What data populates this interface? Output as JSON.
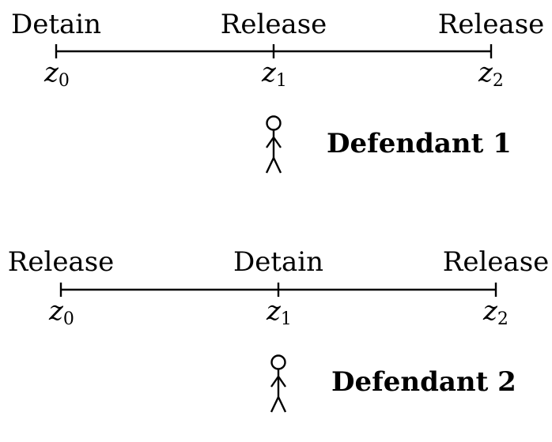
{
  "timelines": [
    {
      "decisions": [
        "Detain",
        "Release",
        "Release"
      ],
      "ticks": [
        {
          "var": "z",
          "sub": "0"
        },
        {
          "var": "z",
          "sub": "1"
        },
        {
          "var": "z",
          "sub": "2"
        }
      ],
      "defendant_label": "Defendant 1"
    },
    {
      "decisions": [
        "Release",
        "Detain",
        "Release"
      ],
      "ticks": [
        {
          "var": "z",
          "sub": "0"
        },
        {
          "var": "z",
          "sub": "1"
        },
        {
          "var": "z",
          "sub": "2"
        }
      ],
      "defendant_label": "Defendant 2"
    }
  ],
  "figure_icon": "stick-figure-icon"
}
